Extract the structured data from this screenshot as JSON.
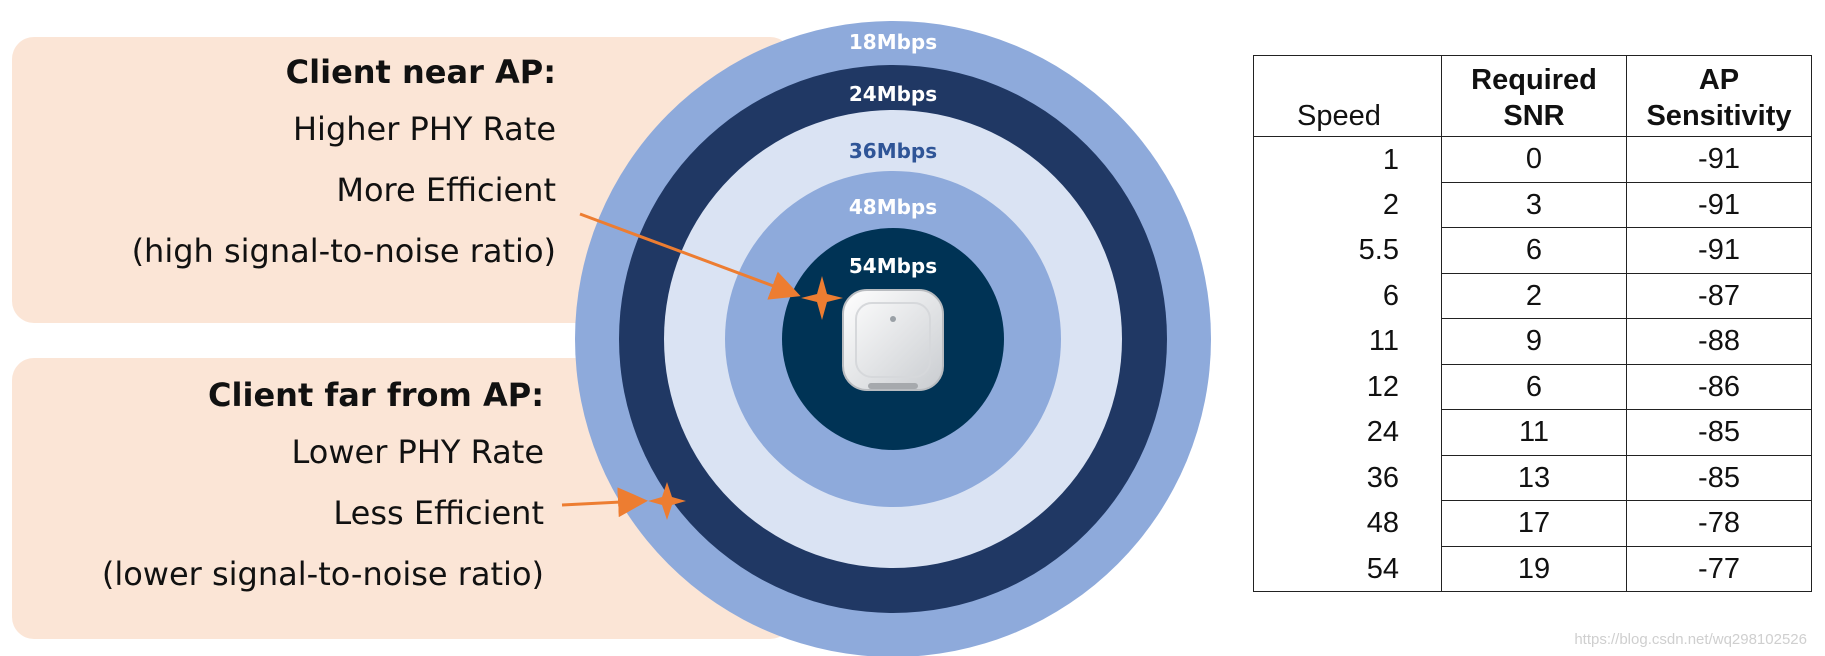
{
  "near_panel": {
    "heading": "Client near AP:",
    "lines": [
      "Higher PHY Rate",
      "More Efficient",
      "(high signal-to-noise ratio)"
    ]
  },
  "far_panel": {
    "heading": "Client far from AP:",
    "lines": [
      "Lower PHY Rate",
      "Less Efficient",
      "(lower signal-to-noise ratio)"
    ]
  },
  "rings": [
    {
      "label": "18Mbps",
      "color": "#8eaadb",
      "text_color": "#ffffff"
    },
    {
      "label": "24Mbps",
      "color": "#203864",
      "text_color": "#ffffff"
    },
    {
      "label": "36Mbps",
      "color": "#dae3f3",
      "text_color": "#2f5597"
    },
    {
      "label": "48Mbps",
      "color": "#8eaadb",
      "text_color": "#ffffff"
    },
    {
      "label": "54Mbps",
      "color": "#003355",
      "text_color": "#ffffff"
    }
  ],
  "colors": {
    "panel_bg": "#fbe5d6",
    "arrow": "#ed7d31"
  },
  "icons": {
    "access_point": "access-point-icon",
    "client_marker": "four-point-star-icon"
  },
  "table": {
    "headers": [
      "Speed",
      "Required SNR",
      "AP Sensitivity"
    ],
    "rows": [
      [
        "1",
        "0",
        "-91"
      ],
      [
        "2",
        "3",
        "-91"
      ],
      [
        "5.5",
        "6",
        "-91"
      ],
      [
        "6",
        "2",
        "-87"
      ],
      [
        "11",
        "9",
        "-88"
      ],
      [
        "12",
        "6",
        "-86"
      ],
      [
        "24",
        "11",
        "-85"
      ],
      [
        "36",
        "13",
        "-85"
      ],
      [
        "48",
        "17",
        "-78"
      ],
      [
        "54",
        "19",
        "-77"
      ]
    ]
  },
  "watermark": "https://blog.csdn.net/wq298102526"
}
